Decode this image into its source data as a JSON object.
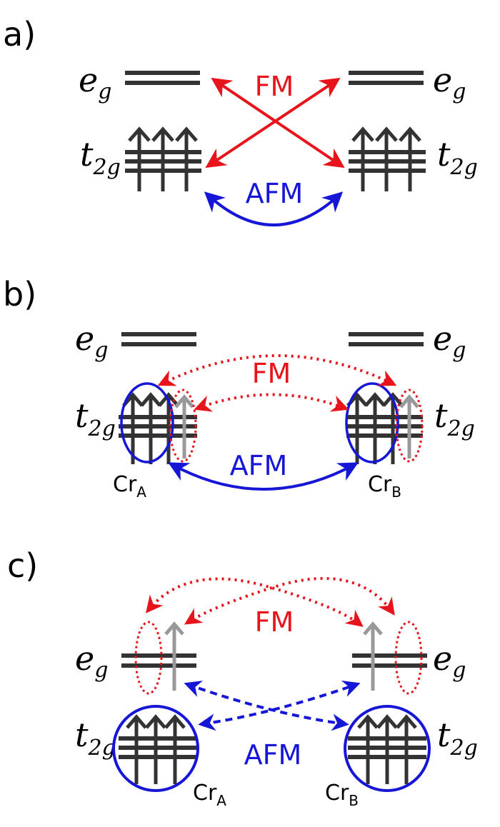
{
  "panels": [
    {
      "label": "a)",
      "left_eg": "e",
      "left_eg_sub": "g",
      "right_eg": "e",
      "right_eg_sub": "g",
      "left_t2g": "t",
      "left_t2g_sub": "2g",
      "right_t2g": "t",
      "right_t2g_sub": "2g",
      "fm": "FM",
      "afm": "AFM"
    },
    {
      "label": "b)",
      "left_eg": "e",
      "left_eg_sub": "g",
      "right_eg": "e",
      "right_eg_sub": "g",
      "left_t2g": "t",
      "left_t2g_sub": "2g",
      "right_t2g": "t",
      "right_t2g_sub": "2g",
      "fm": "FM",
      "afm": "AFM",
      "cr_a": "Cr",
      "cr_a_sub": "A",
      "cr_b": "Cr",
      "cr_b_sub": "B"
    },
    {
      "label": "c)",
      "left_eg": "e",
      "left_eg_sub": "g",
      "right_eg": "e",
      "right_eg_sub": "g",
      "left_t2g": "t",
      "left_t2g_sub": "2g",
      "right_t2g": "t",
      "right_t2g_sub": "2g",
      "fm": "FM",
      "afm": "AFM",
      "cr_a": "Cr",
      "cr_a_sub": "A",
      "cr_b": "Cr",
      "cr_b_sub": "B"
    }
  ],
  "colors": {
    "fm": "#e8141b",
    "afm": "#1616d6",
    "levels": "#333333",
    "extra_electron": "#999999"
  }
}
